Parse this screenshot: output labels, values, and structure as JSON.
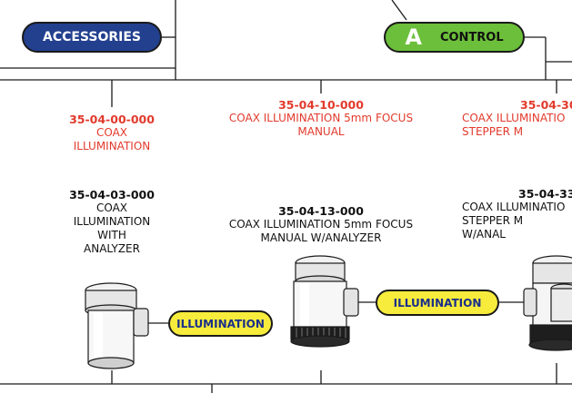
{
  "colors": {
    "accessories_pill": "#23408f",
    "control_pill": "#6cbf3a",
    "illumination_pill": "#f7ec3b",
    "part_number_red": "#e23a2c"
  },
  "accessories": {
    "label": "ACCESSORIES"
  },
  "control": {
    "badge": "A",
    "label": "CONTROL"
  },
  "groups": [
    {
      "part_number": "35-04-00-000",
      "description": "COAX\nILLUMINATION"
    },
    {
      "part_number": "35-04-10-000",
      "description": "COAX ILLUMINATION 5mm FOCUS\nMANUAL"
    },
    {
      "part_number": "35-04-30",
      "description": "COAX ILLUMINATIO\nSTEPPER M"
    }
  ],
  "products": [
    {
      "part_number": "35-04-03-000",
      "description": "COAX\nILLUMINATION\nWITH\nANALYZER"
    },
    {
      "part_number": "35-04-13-000",
      "description": "COAX ILLUMINATION 5mm FOCUS\nMANUAL W/ANALYZER"
    },
    {
      "part_number": "35-04-33",
      "description": "COAX ILLUMINATIO\nSTEPPER M\nW/ANAL"
    }
  ],
  "illumination_pills": [
    {
      "label": "ILLUMINATION"
    },
    {
      "label": "ILLUMINATION"
    }
  ]
}
